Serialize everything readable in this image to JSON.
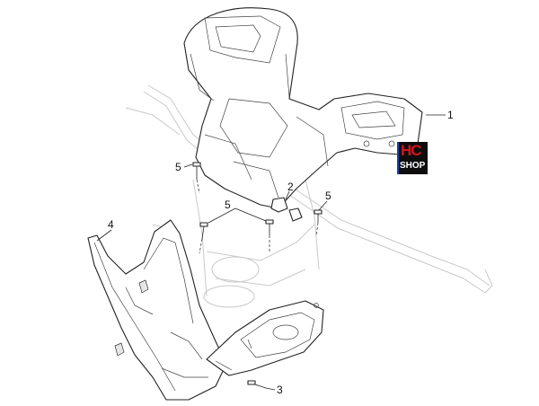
{
  "callouts": [
    {
      "id": "1",
      "text": "1"
    },
    {
      "id": "2",
      "text": "2"
    },
    {
      "id": "3",
      "text": "3"
    },
    {
      "id": "4",
      "text": "4"
    },
    {
      "id": "5a",
      "text": "5"
    },
    {
      "id": "5b",
      "text": "5"
    },
    {
      "id": "5c",
      "text": "5"
    }
  ],
  "logo": {
    "line1": "HC",
    "line2": "SHOP"
  },
  "colors": {
    "line": "#222222",
    "ghost": "#c9c9c9",
    "logo_bg": "#0d0d0d",
    "logo_red": "#d8141b",
    "logo_blue": "#1a3fa8"
  }
}
